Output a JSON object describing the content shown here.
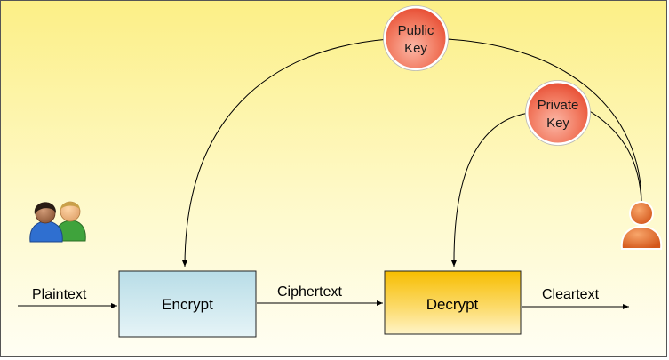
{
  "colors": {
    "background_top": "#fdf08a",
    "background_bottom": "#fffde8",
    "encrypt_fill": "#c5e4ec",
    "decrypt_fill_top": "#f9c400",
    "decrypt_fill_bottom": "#fff2bf",
    "key_fill": "#f06a52",
    "person_fill": "#e0601f"
  },
  "icons": {
    "users": "users-group-icon",
    "recipient": "person-icon"
  },
  "flow": {
    "plaintext_label": "Plaintext",
    "ciphertext_label": "Ciphertext",
    "cleartext_label": "Cleartext"
  },
  "boxes": {
    "encrypt_label": "Encrypt",
    "decrypt_label": "Decrypt"
  },
  "keys": {
    "public": {
      "line1": "Public",
      "line2": "Key"
    },
    "private": {
      "line1": "Private",
      "line2": "Key"
    }
  }
}
